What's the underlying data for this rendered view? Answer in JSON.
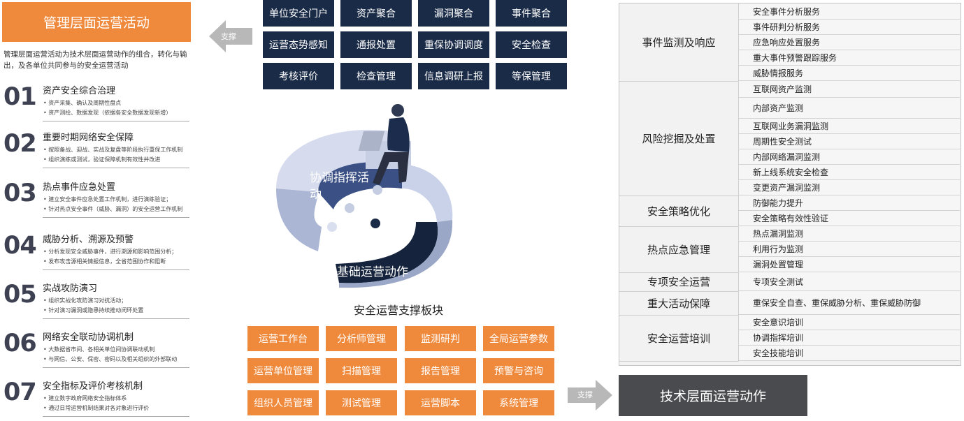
{
  "left": {
    "header": "管理层面运营活动",
    "description": "管理层面运营活动为技术层面运营动作的组合，转化与输出，及各单位共同参与的安全运营活动",
    "items": [
      {
        "num": "01",
        "title": "资产安全综合治理",
        "bullets": [
          "资产采集、确认及周期性盘点",
          "资产测绘、数据发现（依据各安全数据发现新增）"
        ]
      },
      {
        "num": "02",
        "title": "重要时期网络安全保障",
        "bullets": [
          "按照备战、迎战、实战及复盘等阶段执行重保工作机制",
          "组织演练或测试，验证保障机制有效性并改进"
        ]
      },
      {
        "num": "03",
        "title": "热点事件应急处置",
        "bullets": [
          "建立安全事件应急处置工作机制，进行演练验证；",
          "针对热点安全事件（威胁、漏洞）的安全运营工作机制"
        ]
      },
      {
        "num": "04",
        "title": "威胁分析、溯源及预警",
        "bullets": [
          "分析发现安全威胁事件，进行溯源和影响范围分析；",
          "发布攻击源相关情报信息，全省范围协作和阻断"
        ]
      },
      {
        "num": "05",
        "title": "实战攻防演习",
        "bullets": [
          "组织实战化攻防演习对抗活动；",
          "针对演习漏洞或隐患持续推动闭环处置"
        ]
      },
      {
        "num": "06",
        "title": "网络安全联动协调机制",
        "bullets": [
          "大数据省市间、各相关单位间协调联动机制",
          "与网信、公安、保密、密码以及相关组织的外部联动"
        ]
      },
      {
        "num": "07",
        "title": "安全指标及评价考核机制",
        "bullets": [
          "建立数字政府网络安全指标体系",
          "通过日常运营机制结果对各对象进行评价"
        ]
      }
    ]
  },
  "support_label": "支撑",
  "top_grid": [
    "单位安全门户",
    "资产聚合",
    "漏洞聚合",
    "事件聚合",
    "运营态势感知",
    "通报处置",
    "重保协调调度",
    "安全检查",
    "考核评价",
    "检查管理",
    "信息调研上报",
    "等保管理"
  ],
  "center": {
    "ring_top": "协调指挥活动",
    "ring_bottom": "基础运营动作",
    "title": "安全运营支撑板块"
  },
  "bottom_grid": [
    "运营工作台",
    "分析师管理",
    "监测研判",
    "全局运营参数",
    "运营单位管理",
    "扫描管理",
    "报告管理",
    "预警与咨询",
    "组织人员管理",
    "测试管理",
    "运营脚本",
    "系统管理"
  ],
  "right": {
    "categories": [
      {
        "name": "事件监测及响应",
        "services": [
          "安全事件分析服务",
          "事件研判分析服务",
          "应急响应处置服务",
          "重大事件预警跟踪服务",
          "威胁情报服务"
        ]
      },
      {
        "name": "风险挖掘及处置",
        "services": [
          "互联网资产监测",
          "内部资产监测",
          "互联网业务漏洞监测",
          "周期性安全测试",
          "内部网络漏洞监测",
          "新上线系统安全检查",
          "变更资产漏洞监测"
        ]
      },
      {
        "name": "安全策略优化",
        "services": [
          "防御能力提升",
          "安全策略有效性验证"
        ]
      },
      {
        "name": "热点应急管理",
        "services": [
          "热点漏洞监测",
          "利用行为监测",
          "漏洞处置管理"
        ]
      },
      {
        "name": "专项安全运营",
        "services": [
          "专项安全测试"
        ]
      },
      {
        "name": "重大活动保障",
        "services": [
          "重保安全自查、重保威胁分析、重保威胁防御"
        ]
      },
      {
        "name": "安全运营培训",
        "services": [
          "安全意识培训",
          "协调指挥培训",
          "安全技能培训"
        ]
      }
    ],
    "footer": "技术层面运营动作"
  },
  "colors": {
    "orange": "#ef8a3c",
    "navy": "#1a2b47",
    "gray_dark": "#4a4b4f"
  }
}
